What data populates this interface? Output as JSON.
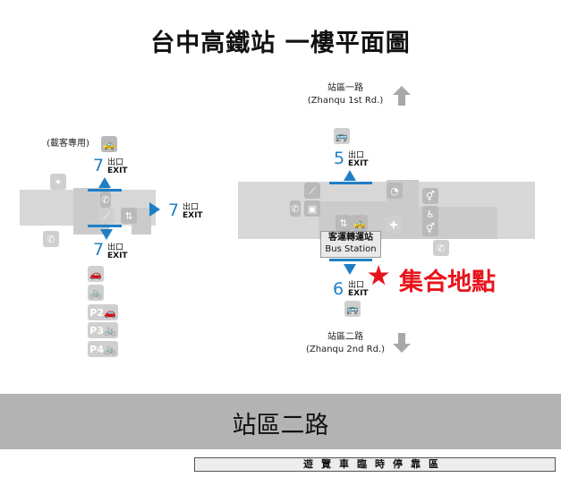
{
  "title": "台中高鐵站 一樓平面圖",
  "left_building": {
    "note": "(載客專用)",
    "top_exit": {
      "number": "7",
      "zh": "出口",
      "en": "EXIT"
    },
    "right_exit": {
      "number": "7",
      "zh": "出口",
      "en": "EXIT"
    },
    "bottom_exit": {
      "number": "7",
      "zh": "出口",
      "en": "EXIT"
    },
    "legend": [
      "P2",
      "P3",
      "P4"
    ]
  },
  "right_building": {
    "top_road": {
      "zh": "站區一路",
      "en": "(Zhanqu 1st Rd.)"
    },
    "bottom_road": {
      "zh": "站區二路",
      "en": "(Zhanqu 2nd Rd.)"
    },
    "exit5": {
      "number": "5",
      "zh": "出口",
      "en": "EXIT"
    },
    "exit6": {
      "number": "6",
      "zh": "出口",
      "en": "EXIT"
    },
    "bus_station": {
      "zh": "客運轉運站",
      "en": "Bus Station"
    }
  },
  "meeting_point": {
    "star": "★",
    "label": "集合地點"
  },
  "road": "站區二路",
  "drop_zone": "遊覽車臨時停靠區",
  "colors": {
    "exit_blue": "#1f7fc6",
    "meeting_red": "#e8141b",
    "road_gray": "#b3b3b3"
  },
  "icons": [
    "shuttle-icon",
    "taxi-icon",
    "phone-icon",
    "escalator-icon",
    "elevator-icon",
    "atm-icon",
    "info-icon",
    "restroom-icon",
    "accessible-icon",
    "car-icon",
    "bike-icon",
    "bus-icon",
    "arrow-up-icon",
    "arrow-down-icon",
    "shop-icon"
  ]
}
